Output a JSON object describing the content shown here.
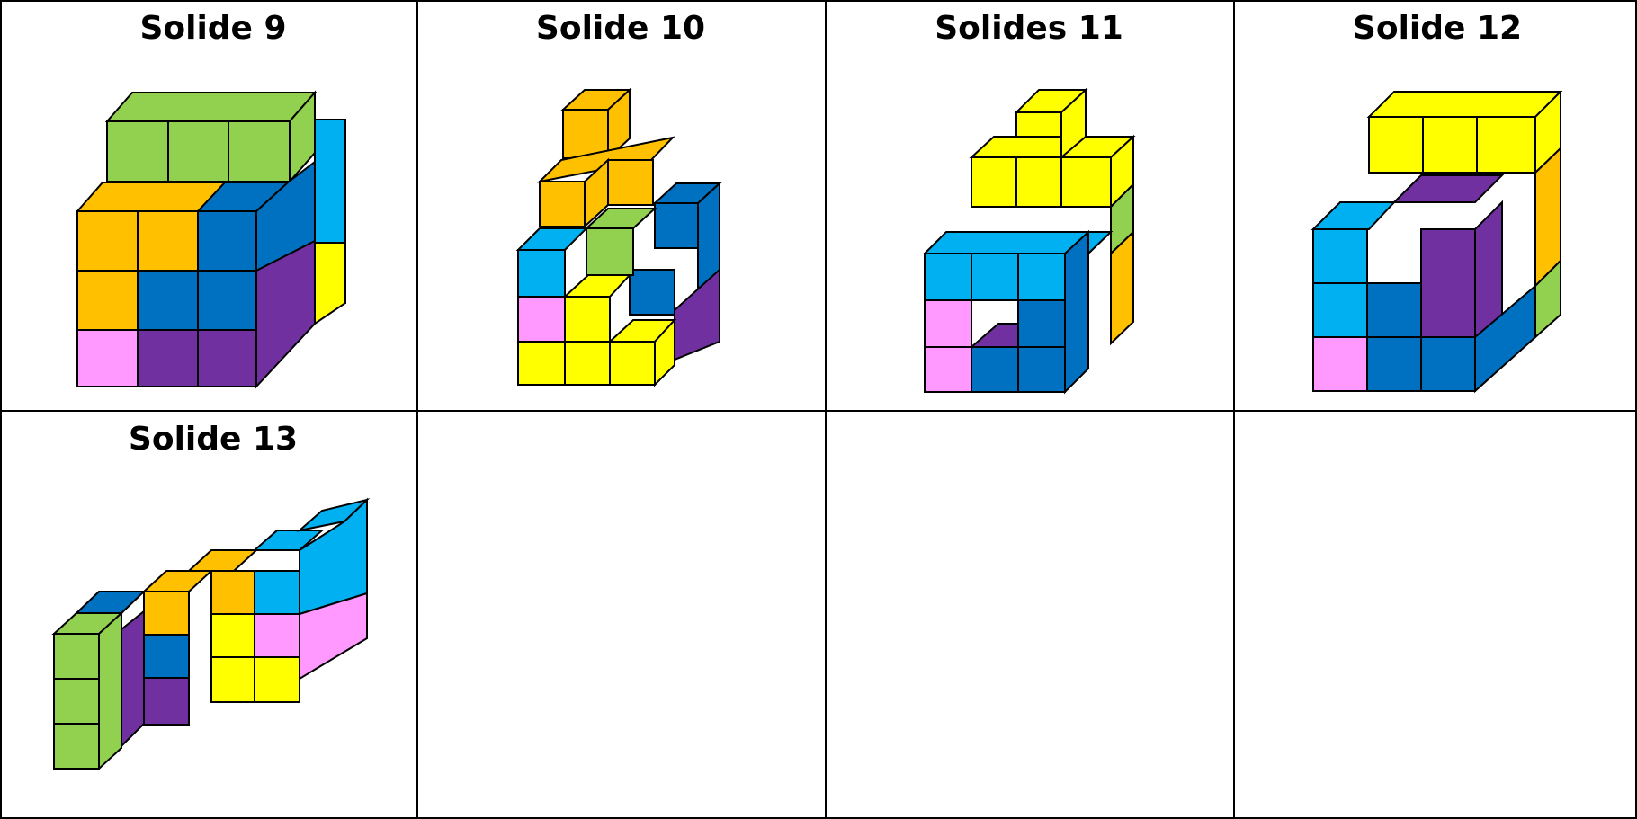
{
  "table": {
    "cells": [
      {
        "title": "Solide 9"
      },
      {
        "title": "Solide 10"
      },
      {
        "title": "Solides 11"
      },
      {
        "title": "Solide 12"
      },
      {
        "title": "Solide 13"
      },
      {
        "title": ""
      },
      {
        "title": ""
      },
      {
        "title": ""
      }
    ]
  },
  "colors": {
    "green": "#92d050",
    "orange": "#ffc000",
    "dark_blue": "#0070c0",
    "light_blue": "#00b0f0",
    "purple": "#7030a0",
    "pink": "#ff99ff",
    "yellow": "#ffff00",
    "outline": "#000000"
  }
}
